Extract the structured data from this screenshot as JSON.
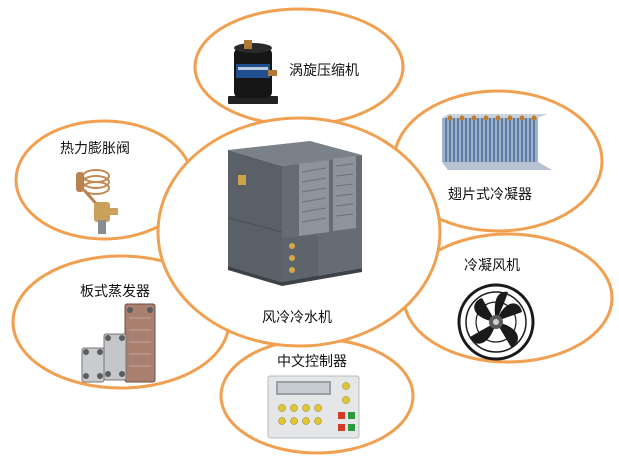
{
  "center": {
    "label": "风冷冷水机",
    "icon": "air-cooled-chiller-unit-icon"
  },
  "components": [
    {
      "key": "scroll-compressor",
      "label": "涡旋压缩机",
      "icon": "scroll-compressor-icon"
    },
    {
      "key": "finned-condenser",
      "label": "翅片式冷凝器",
      "icon": "finned-condenser-icon"
    },
    {
      "key": "condenser-fan",
      "label": "冷凝风机",
      "icon": "axial-fan-icon"
    },
    {
      "key": "controller",
      "label": "中文控制器",
      "icon": "control-panel-icon"
    },
    {
      "key": "plate-evaporator",
      "label": "板式蒸发器",
      "icon": "plate-heat-exchanger-icon"
    },
    {
      "key": "expansion-valve",
      "label": "热力膨胀阀",
      "icon": "thermal-expansion-valve-icon"
    }
  ],
  "colors": {
    "ellipse_stroke": "#f0a050",
    "unit_body": "#555b63",
    "fan_blade": "#1a1a1a"
  }
}
